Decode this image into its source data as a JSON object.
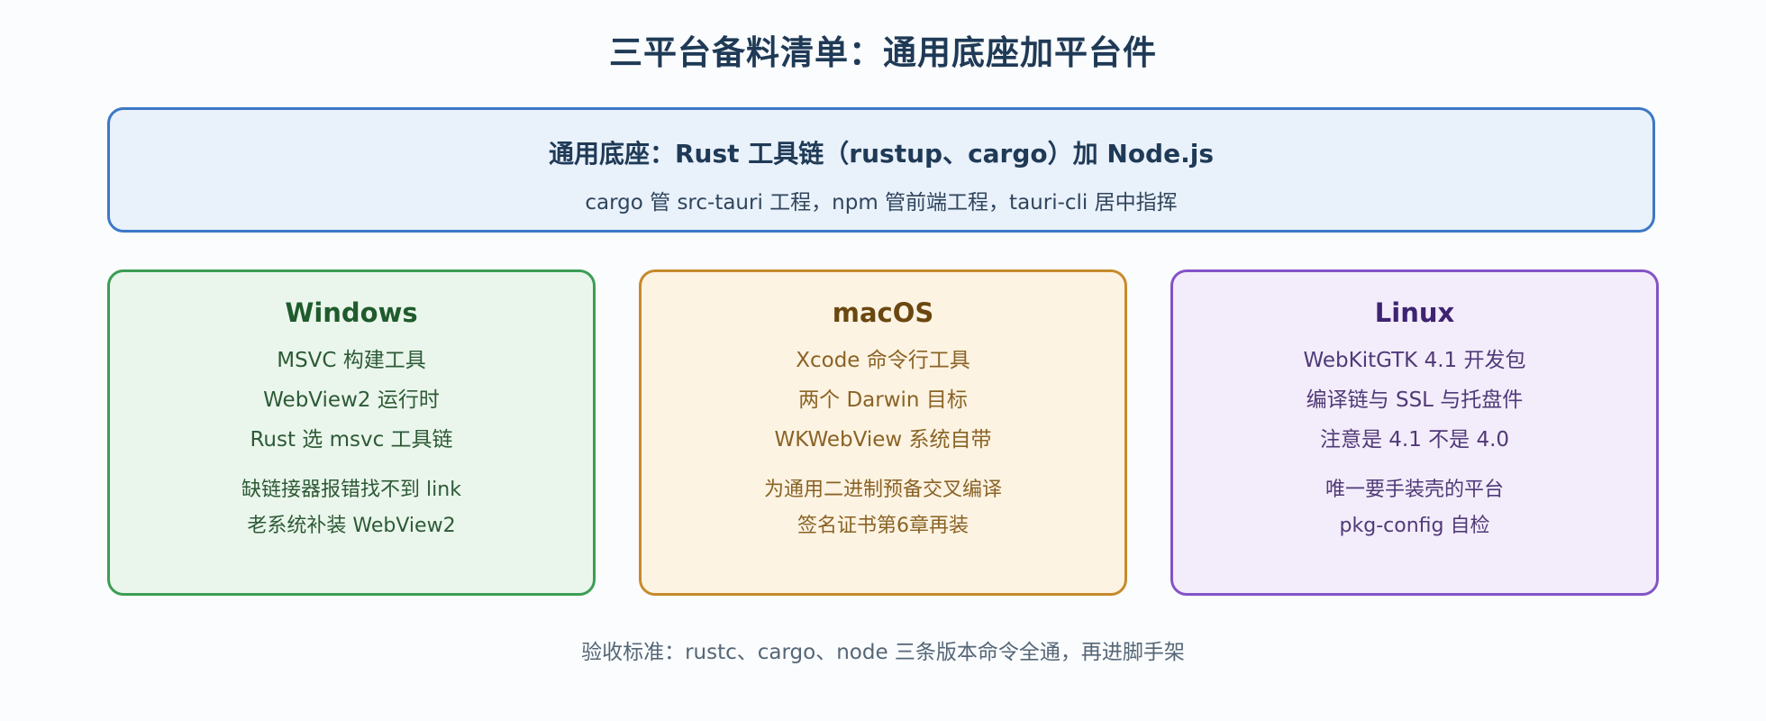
{
  "title": "三平台备料清单：通用底座加平台件",
  "base": {
    "title": "通用底座：Rust 工具链（rustup、cargo）加 Node.js",
    "subtitle": "cargo 管 src-tauri 工程，npm 管前端工程，tauri-cli 居中指挥"
  },
  "platforms": [
    {
      "name": "Windows",
      "requirements": [
        "MSVC 构建工具",
        "WebView2 运行时",
        "Rust 选 msvc 工具链"
      ],
      "notes": [
        "缺链接器报错找不到 link",
        "老系统补装 WebView2"
      ]
    },
    {
      "name": "macOS",
      "requirements": [
        "Xcode 命令行工具",
        "两个 Darwin 目标",
        "WKWebView 系统自带"
      ],
      "notes": [
        "为通用二进制预备交叉编译",
        "签名证书第6章再装"
      ]
    },
    {
      "name": "Linux",
      "requirements": [
        "WebKitGTK 4.1 开发包",
        "编译链与 SSL 与托盘件",
        "注意是 4.1 不是 4.0"
      ],
      "notes": [
        "唯一要手装壳的平台",
        "pkg-config 自检"
      ]
    }
  ],
  "footer": "验收标准：rustc、cargo、node 三条版本命令全通，再进脚手架",
  "colors": {
    "base_border": "#3d78c6",
    "windows_border": "#3c9d55",
    "macos_border": "#c68a2c",
    "linux_border": "#8453c7"
  }
}
